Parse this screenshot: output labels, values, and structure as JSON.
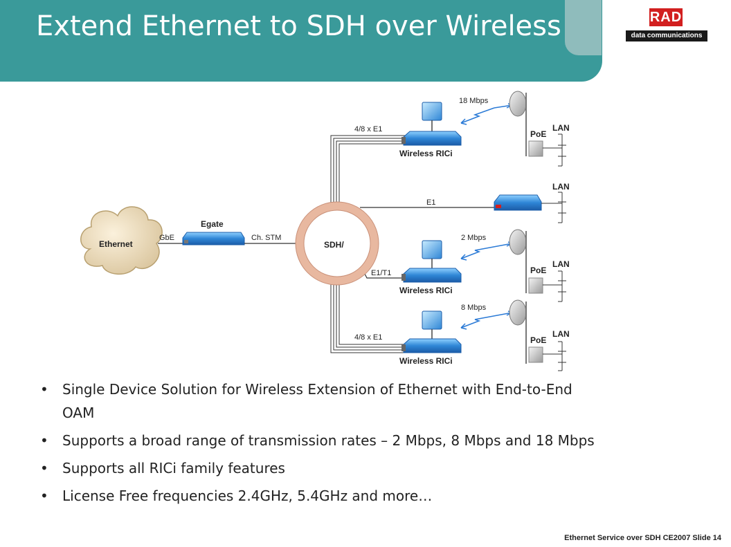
{
  "slide": {
    "title": "Extend Ethernet to SDH over Wireless",
    "footer": "Ethernet Service over SDH  CE2007  Slide 14"
  },
  "logo": {
    "brand": "RAD",
    "tagline": "data communications"
  },
  "diagram": {
    "cloud_label": "Ethernet",
    "gbe_label": "GbE",
    "egate_label": "Egate",
    "chstm_label": "Ch. STM",
    "sdh_label": "SDH/",
    "top_link_label": "4/8 x E1",
    "top_rate": "18 Mbps",
    "e1_label": "E1",
    "mid_rate": "2 Mbps",
    "e1t1_label": "E1/T1",
    "bottom_rate": "8 Mbps",
    "bottom_link_label": "4/8 x E1",
    "wireless_label": "Wireless RICi",
    "poe_label": "PoE",
    "lan_label": "LAN"
  },
  "bullets": [
    "Single Device Solution for Wireless Extension of Ethernet with End-to-End OAM",
    "Supports a broad range of transmission rates – 2 Mbps, 8 Mbps and 18 Mbps",
    "Supports all RICi family features",
    "License Free frequencies 2.4GHz, 5.4GHz and more…"
  ],
  "bullet_char": "•",
  "colors": {
    "header": "#3a9a9a",
    "ring": "#e8b8a0",
    "device": "#2f86d6",
    "link": "#2a7ad6",
    "logo": "#d21f1f"
  }
}
